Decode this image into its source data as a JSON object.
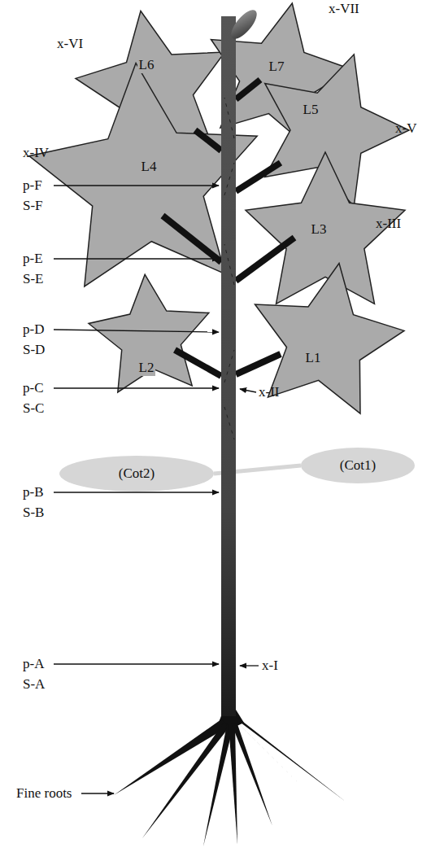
{
  "diagram": {
    "nodes": [
      {
        "text": [
          "L6"
        ]
      },
      {
        "text": [
          "L7"
        ]
      },
      {
        "text": [
          "L5"
        ]
      },
      {
        "text": [
          "L4"
        ]
      },
      {
        "text": [
          "L3"
        ]
      },
      {
        "text": [
          "L2"
        ]
      },
      {
        "text": [
          "L1"
        ]
      },
      {
        "text": [
          "(Cot2)"
        ]
      },
      {
        "text": [
          "(Cot1)"
        ]
      }
    ],
    "edges": [
      {
        "from": 7,
        "to": 8,
        "arrow": "none"
      }
    ],
    "labels": [
      "x-VII",
      "x-VI",
      "x-IV",
      "x-V",
      "p-F",
      "S-F",
      "x-III",
      "p-E",
      "S-E",
      "p-D",
      "S-D",
      "p-C",
      "S-C",
      "x-II",
      "p-B",
      "S-B",
      "p-A",
      "S-A",
      "x-I",
      "Fine roots"
    ]
  }
}
